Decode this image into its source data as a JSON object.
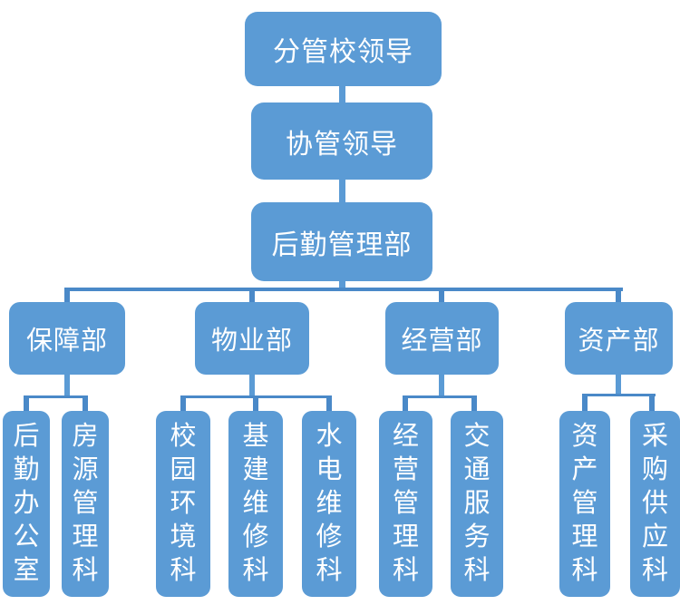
{
  "diagram": {
    "type": "org-chart",
    "colors": {
      "box_fill": "#5B9BD5",
      "text": "#FFFFFF",
      "connector": "#4A89C8"
    },
    "chain": {
      "top": "分管校领导",
      "second": "协管领导",
      "third": "后勤管理部"
    },
    "departments": [
      {
        "label": "保障部",
        "children": [
          "后勤办公室",
          "房源管理科"
        ]
      },
      {
        "label": "物业部",
        "children": [
          "校园环境科",
          "基建维修科",
          "水电维修科"
        ]
      },
      {
        "label": "经营部",
        "children": [
          "经营管理科",
          "交通服务科"
        ]
      },
      {
        "label": "资产部",
        "children": [
          "资产管理科",
          "采购供应科"
        ]
      }
    ]
  }
}
